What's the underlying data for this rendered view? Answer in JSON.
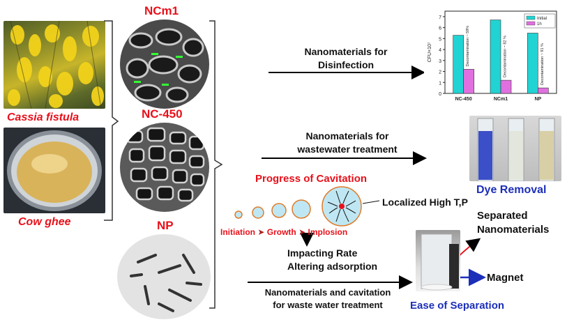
{
  "sources": {
    "plant_label": "Cassia fistula",
    "ghee_label": "Cow ghee"
  },
  "materials": {
    "ncm1": "NCm1",
    "nc450": "NC-450",
    "np": "NP"
  },
  "arrows": {
    "disinfection_line1": "Nanomaterials for",
    "disinfection_line2": "Disinfection",
    "wastewater_line1": "Nanomaterials for",
    "wastewater_line2": "wastewater treatment",
    "cavitation_line1": "Nanomaterials  and cavitation",
    "cavitation_line2": "for waste water treatment"
  },
  "cavitation": {
    "title": "Progress of Cavitation",
    "localized": "Localized High T,P",
    "initiation": "Initiation",
    "growth": "Growth",
    "implosion": "Implosion",
    "impacting": "Impacting Rate",
    "altering": "Altering adsorption"
  },
  "dye": {
    "label": "Dye Removal"
  },
  "separation": {
    "separated_line1": "Separated",
    "separated_line2": "Nanomaterials",
    "magnet": "Magnet",
    "ease": "Ease of Separation"
  },
  "chart_data": {
    "type": "bar",
    "categories": [
      "NC-450",
      "NCm1",
      "NP"
    ],
    "series": [
      {
        "name": "Initial",
        "values": [
          5.3,
          6.7,
          5.5
        ],
        "color": "#22d3d3"
      },
      {
        "name": "1h",
        "values": [
          2.2,
          1.2,
          0.5
        ],
        "color": "#e070e0"
      }
    ],
    "annotations": [
      "Decontamination ~ 59%",
      "Decontamination ~ 82 %",
      "Decontamination ~ 91 %"
    ],
    "ylabel": "CFU×10⁷",
    "yticks": [
      0,
      1,
      2,
      3,
      4,
      5,
      6,
      7
    ],
    "ylim": [
      0,
      7.5
    ],
    "legend": "top-right"
  }
}
